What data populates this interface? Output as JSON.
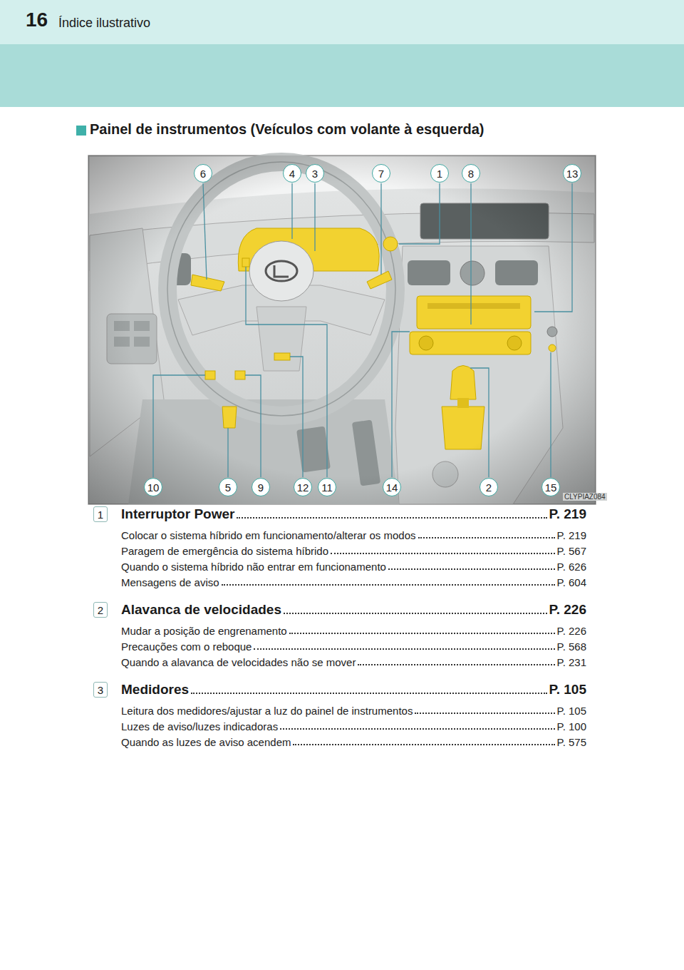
{
  "diagram": {
    "title": "Painel de instrumentos (Veículos com volante à esquerda)",
    "nodes": [
      {
        "text": [
          "16",
          "Índice ilustrativo"
        ]
      }
    ],
    "labels": [
      "6",
      "4",
      "3",
      "7",
      "1",
      "8",
      "13",
      "10",
      "5",
      "9",
      "12",
      "11",
      "14",
      "2",
      "15",
      "CLYPIAZ084",
      "1",
      "Interruptor Power",
      "P. 219",
      "Colocar o sistema híbrido em funcionamento/alterar os modos",
      "P. 219",
      "Paragem de emergência do sistema híbrido",
      "P. 567",
      "Quando o sistema híbrido não entrar em funcionamento",
      "P. 626",
      "Mensagens de aviso",
      "P. 604",
      "2",
      "Alavanca de velocidades",
      "P. 226",
      "Mudar a posição de engrenamento",
      "P. 226",
      "Precauções com o reboque",
      "P. 568",
      "Quando a alavanca de velocidades não se mover",
      "P. 231",
      "3",
      "Medidores",
      "P. 105",
      "Leitura dos medidores/ajustar a luz do painel de instrumentos",
      "P. 105",
      "Luzes de aviso/luzes indicadoras",
      "P. 100",
      "Quando as luzes de aviso acendem",
      "P. 575"
    ]
  }
}
